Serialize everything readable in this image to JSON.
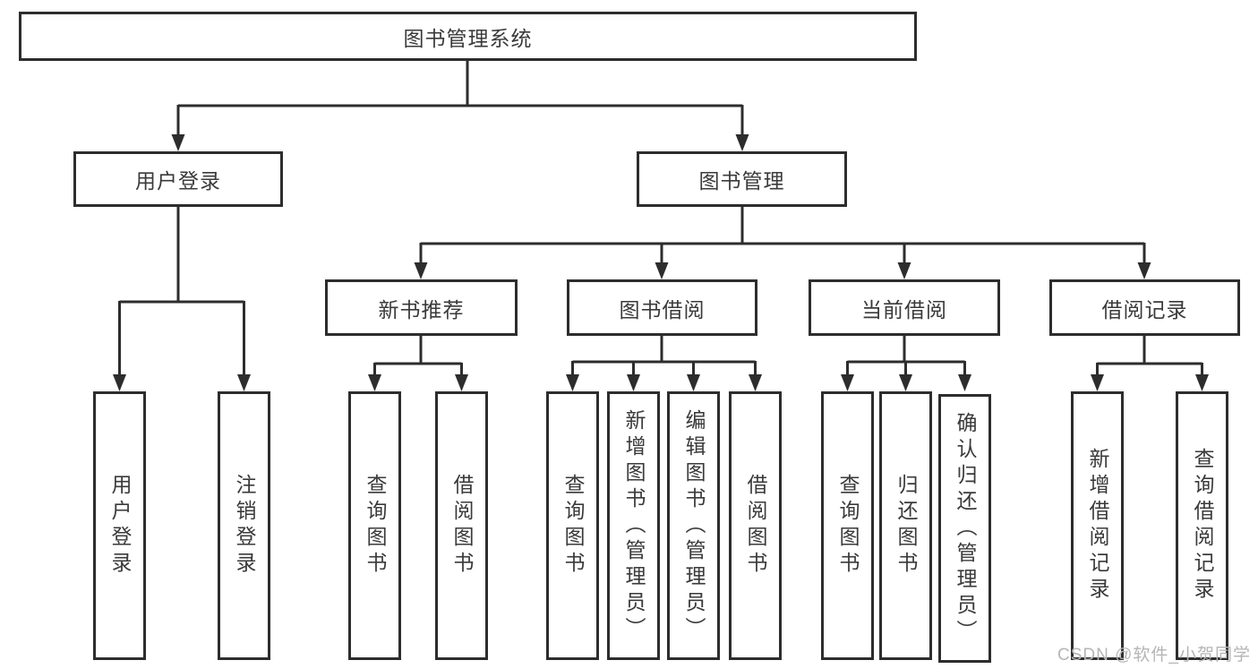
{
  "diagram": {
    "root": {
      "label": "图书管理系统"
    },
    "level2": [
      {
        "label": "用户登录"
      },
      {
        "label": "图书管理"
      }
    ],
    "level3": [
      {
        "label": "新书推荐"
      },
      {
        "label": "图书借阅"
      },
      {
        "label": "当前借阅"
      },
      {
        "label": "借阅记录"
      }
    ],
    "leaf_groups": [
      {
        "parent": "用户登录",
        "leaves": [
          "用户登录",
          "注销登录"
        ]
      },
      {
        "parent": "新书推荐",
        "leaves": [
          "查询图书",
          "借阅图书"
        ]
      },
      {
        "parent": "图书借阅",
        "leaves": [
          "查询图书",
          "新增图书（管理员）",
          "编辑图书（管理员）",
          "借阅图书"
        ]
      },
      {
        "parent": "当前借阅",
        "leaves": [
          "查询图书",
          "归还图书",
          "确认归还（管理员）"
        ]
      },
      {
        "parent": "借阅记录",
        "leaves": [
          "新增借阅记录",
          "查询借阅记录"
        ]
      }
    ]
  },
  "watermark": {
    "text": "CSDN @软件_小贺同学"
  },
  "colors": {
    "line": "#2d2d2d",
    "box_border": "#2d2d2d",
    "text": "#3a3a3a",
    "background": "#ffffff",
    "watermark": "#b5b5b5"
  }
}
